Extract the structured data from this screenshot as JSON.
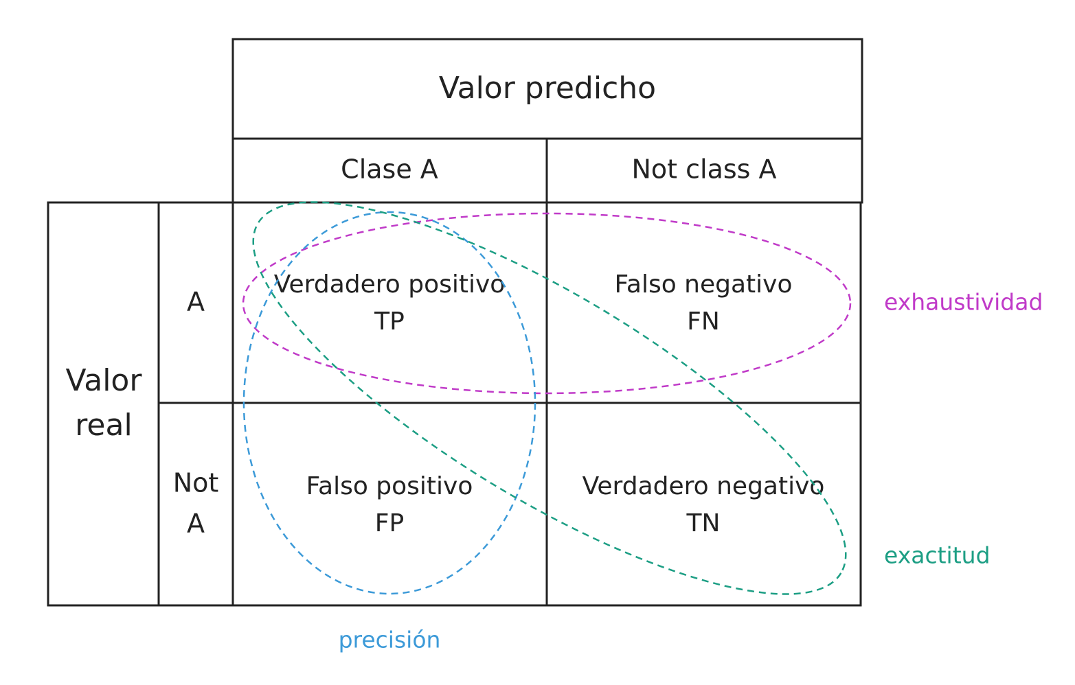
{
  "header": {
    "predicted": "Valor predicho"
  },
  "columns": {
    "class_a": "Clase A",
    "not_class_a": "Not class A"
  },
  "rows": {
    "actual_line1": "Valor",
    "actual_line2": "real",
    "a": "A",
    "not_a_line1": "Not",
    "not_a_line2": "A"
  },
  "cells": {
    "tp": {
      "label": "Verdadero positivo",
      "abbr": "TP"
    },
    "fn": {
      "label": "Falso negativo",
      "abbr": "FN"
    },
    "fp": {
      "label": "Falso positivo",
      "abbr": "FP"
    },
    "tn": {
      "label": "Verdadero negativo",
      "abbr": "TN"
    }
  },
  "metrics": {
    "recall": {
      "label": "exhaustividad",
      "color": "#c03ac8"
    },
    "accuracy": {
      "label": "exactitud",
      "color": "#1c9e84"
    },
    "precision": {
      "label": "precisión",
      "color": "#3c9ad8"
    }
  },
  "colors": {
    "line": "#222222",
    "text": "#222222",
    "background": "#ffffff"
  }
}
